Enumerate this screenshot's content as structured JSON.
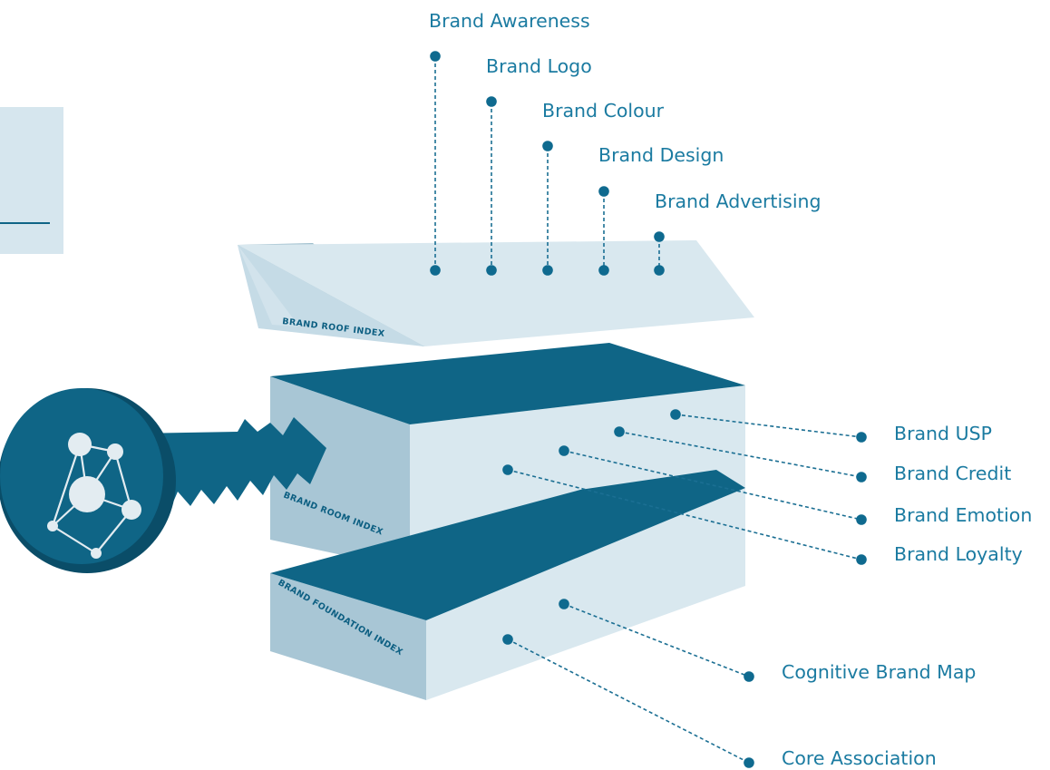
{
  "title": "",
  "colors": {
    "primary_dark": "#0f6586",
    "block_light": "#d6e6ee",
    "block_mid": "#b4cfdd",
    "block_shadow": "#9cbdcc",
    "label_text": "#1b7ba1",
    "sidebar": "#d6e6ee",
    "sidebar_rule": "#0f6586"
  },
  "blocks": {
    "roof": "BRAND ROOF INDEX",
    "room": "BRAND ROOM INDEX",
    "foundation": "BRAND FOUNDATION INDEX"
  },
  "roof_labels": [
    "Brand Awareness",
    "Brand Logo",
    "Brand Colour",
    "Brand Design",
    "Brand Advertising"
  ],
  "room_labels": [
    "Brand USP",
    "Brand Credit",
    "Brand Emotion",
    "Brand Loyalty"
  ],
  "foundation_labels": [
    "Cognitive Brand Map",
    "Core Association"
  ],
  "key_icon": "network-key-icon"
}
